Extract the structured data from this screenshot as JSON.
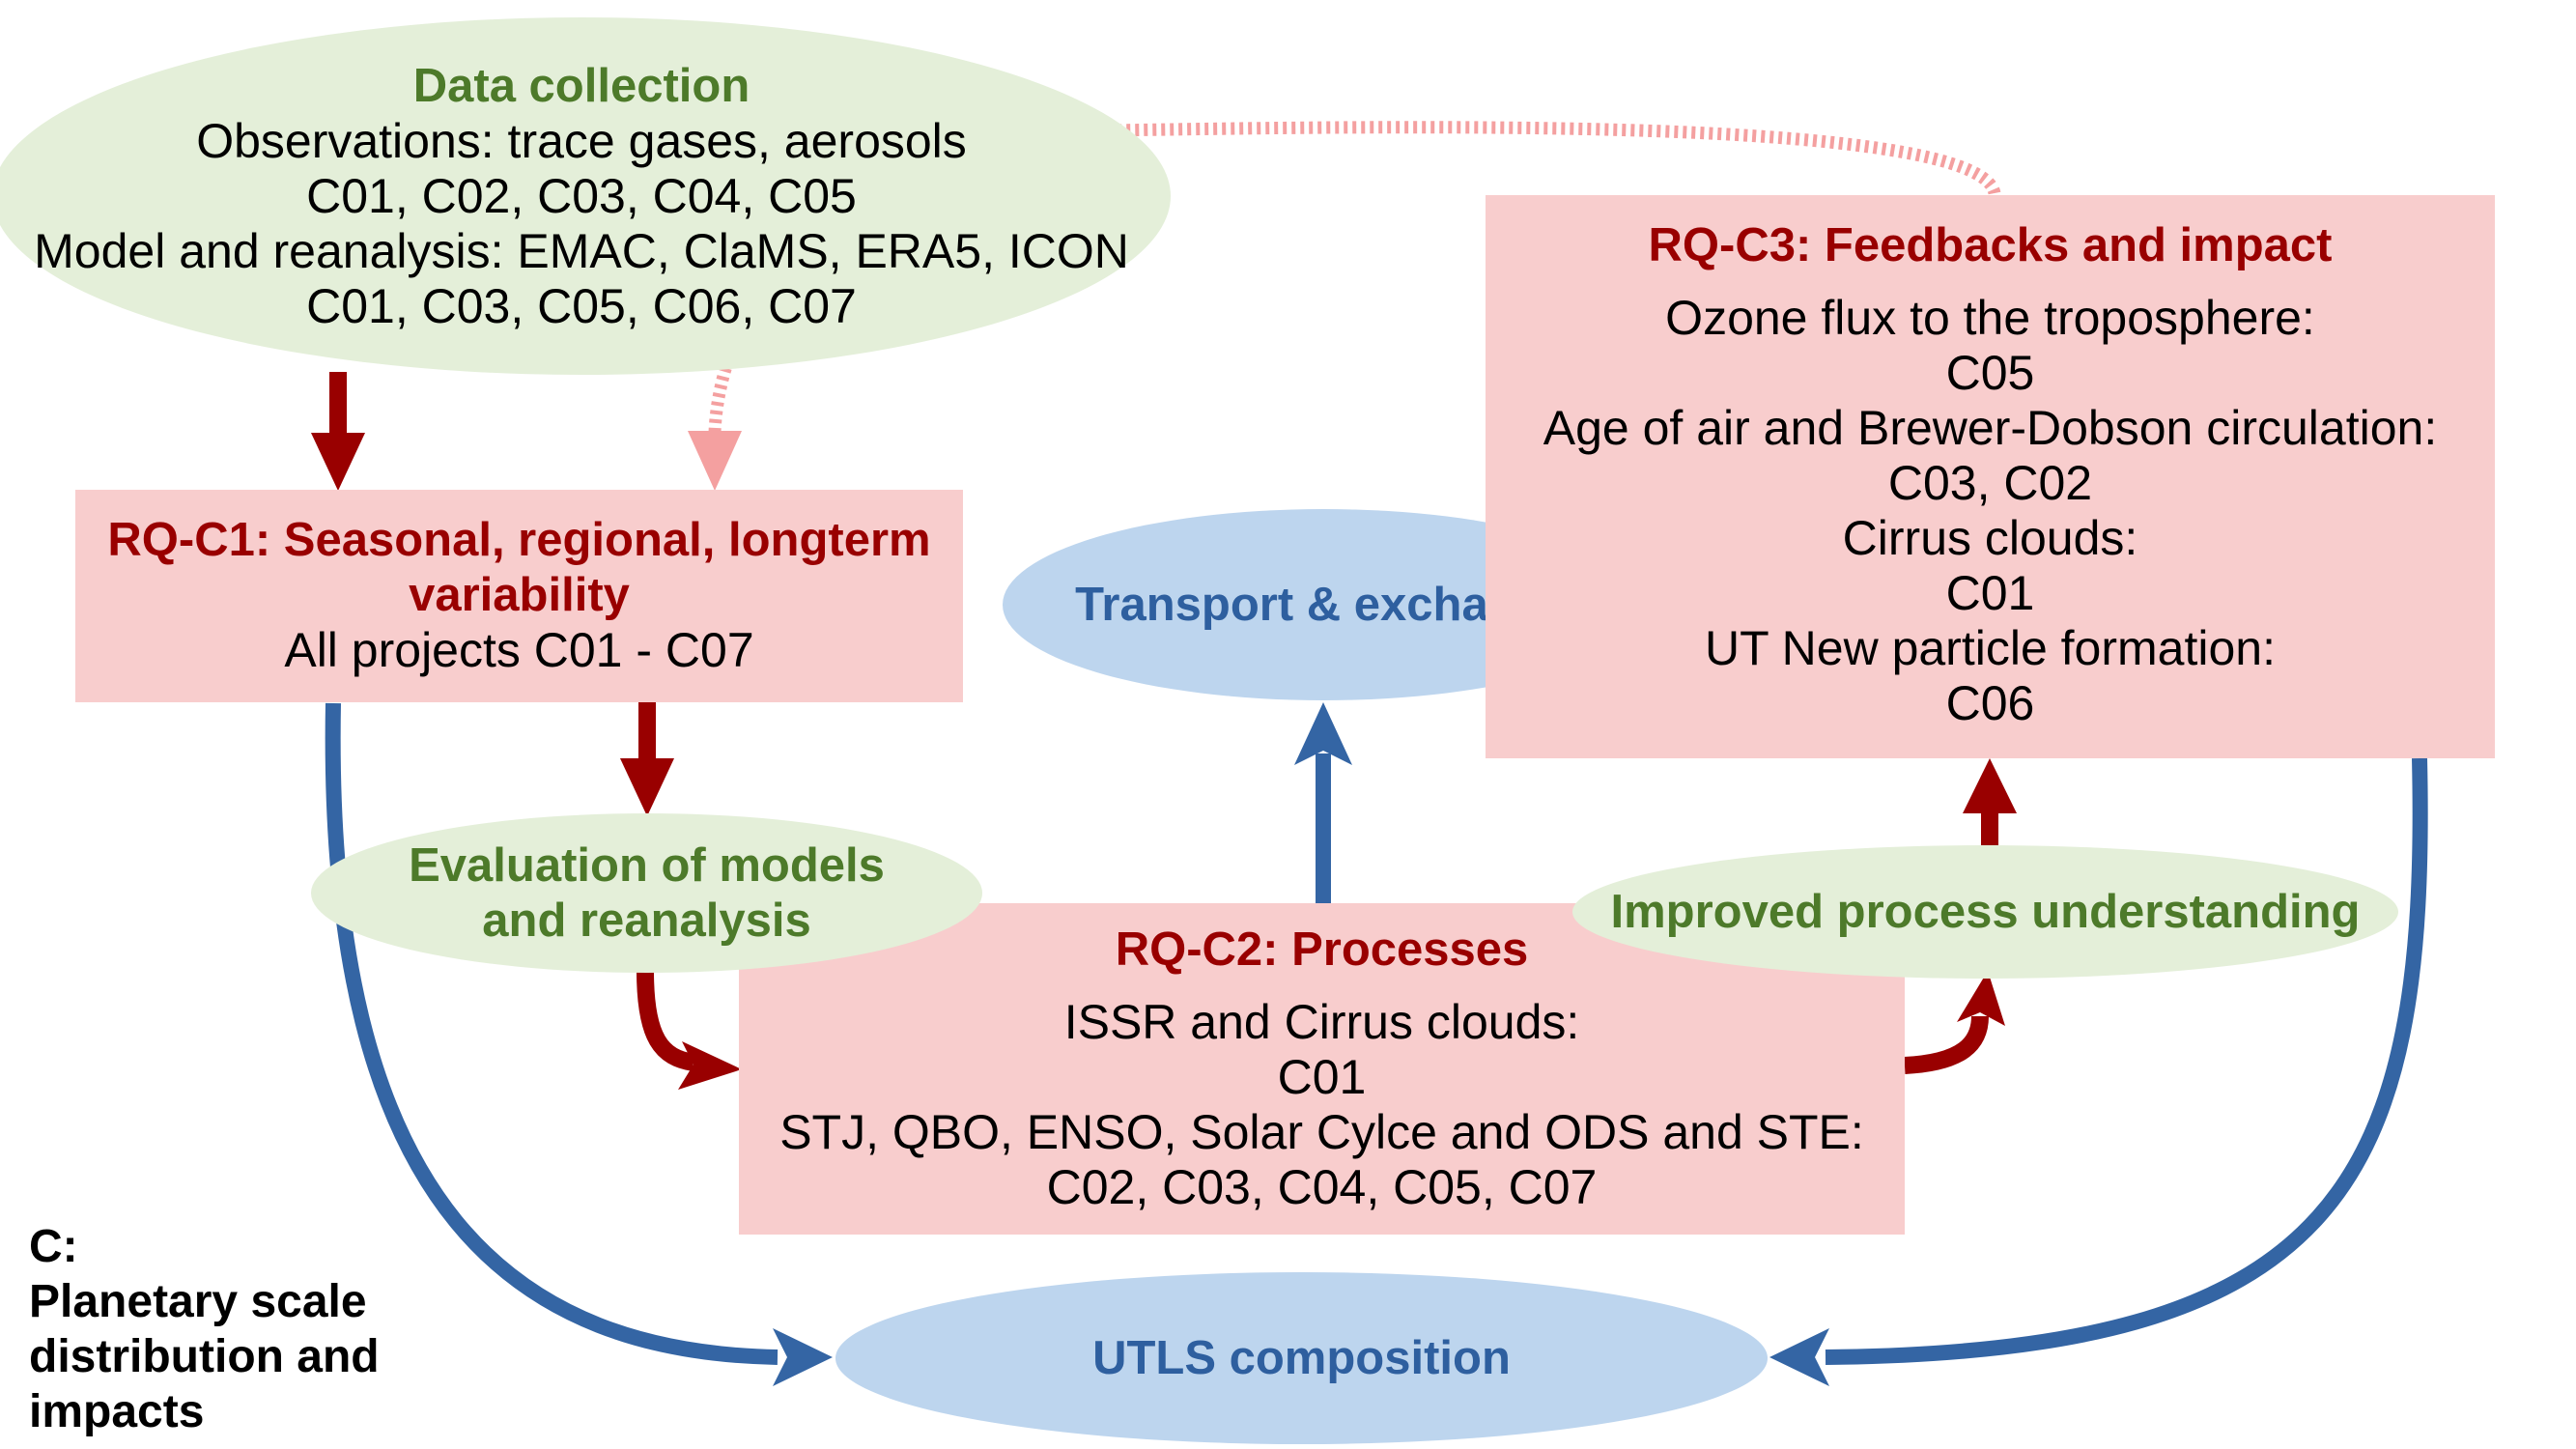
{
  "data_collection": {
    "title": "Data collection",
    "lines": [
      "Observations: trace gases, aerosols",
      "C01, C02, C03, C04, C05",
      "Model and reanalysis: EMAC, ClaMS, ERA5, ICON",
      "C01, C03, C05, C06, C07"
    ]
  },
  "rq_c1": {
    "title_line1": "RQ-C1: Seasonal, regional, longterm",
    "title_line2": "variability",
    "text": "All projects C01 - C07"
  },
  "transport": {
    "label": "Transport & exchange"
  },
  "rq_c3": {
    "title": "RQ-C3: Feedbacks and impact",
    "lines": [
      "Ozone flux to the troposphere:",
      "C05",
      "Age of air and Brewer-Dobson circulation:",
      "C03, C02",
      "Cirrus clouds:",
      "C01",
      "UT New particle formation:",
      "C06"
    ]
  },
  "evaluation": {
    "line1": "Evaluation of models",
    "line2": "and reanalysis"
  },
  "improved": {
    "label": "Improved process understanding"
  },
  "rq_c2": {
    "title": "RQ-C2: Processes",
    "lines": [
      "ISSR and Cirrus clouds:",
      "C01",
      "STJ, QBO, ENSO, Solar Cylce and ODS and STE:",
      "C02, C03, C04, C05, C07"
    ]
  },
  "utls": {
    "label": "UTLS composition"
  },
  "caption": {
    "lines": [
      "C:",
      "Planetary scale",
      "distribution and",
      "impacts"
    ]
  },
  "colors": {
    "red_box": "#f8cdcd",
    "red_text": "#990000",
    "green_ellipse": "#e4efd9",
    "green_text": "#4d7a2a",
    "blue_ellipse": "#bdd5ee",
    "blue_text": "#2e5f9f",
    "red_arrow": "#990000",
    "blue_arrow": "#3465a4",
    "dashed_arrow": "#f4a0a0"
  }
}
